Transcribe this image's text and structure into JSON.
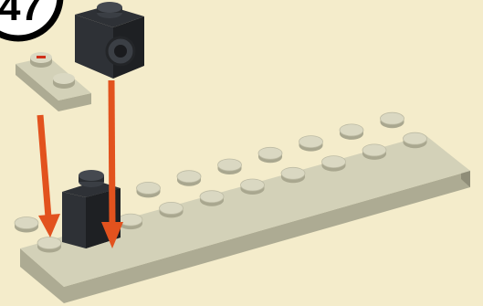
{
  "step": {
    "number": "47"
  },
  "colors": {
    "background": "#F4ECCB",
    "plate_top": "#D3D1B8",
    "plate_front": "#ADAB93",
    "plate_side": "#8F8D78",
    "stud_top": "#DAD8C2",
    "stud_side": "#A9A78F",
    "brick_dark": "#2E3136",
    "brick_dark_side": "#1E2023",
    "arrow": "#E2521E",
    "red_mark": "#D0301A"
  },
  "icons": [
    "long-plate-2x10",
    "plate-1x2",
    "brick-1x1-dark",
    "brick-1x1-dark-placed",
    "placement-arrow"
  ]
}
